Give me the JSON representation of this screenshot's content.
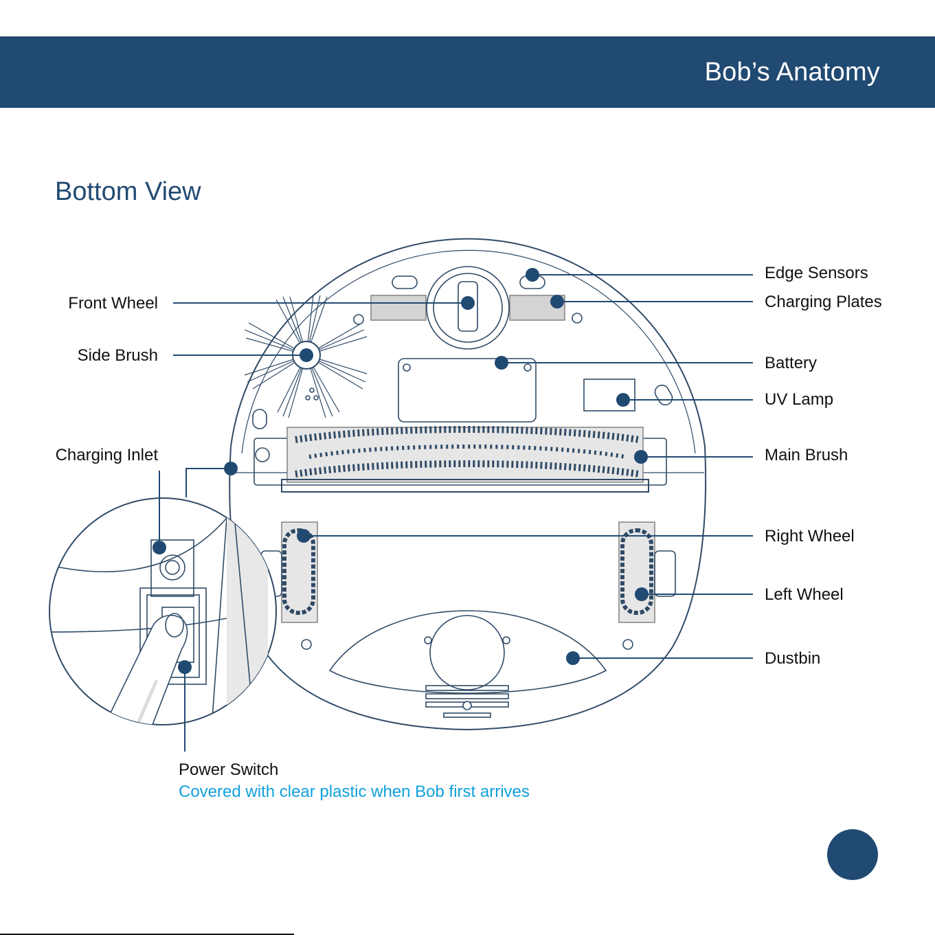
{
  "header": {
    "title": "Bob’s Anatomy"
  },
  "section": {
    "title": "Bottom View"
  },
  "labels": {
    "edge_sensors": "Edge Sensors",
    "charging_plates": "Charging Plates",
    "battery": "Battery",
    "uv_lamp": "UV Lamp",
    "main_brush": "Main Brush",
    "right_wheel": "Right Wheel",
    "left_wheel": "Left Wheel",
    "dustbin": "Dustbin",
    "front_wheel": "Front Wheel",
    "side_brush": "Side Brush",
    "charging_inlet": "Charging Inlet",
    "power_switch": "Power Switch",
    "power_switch_note": "Covered with clear plastic when Bob first arrives"
  },
  "colors": {
    "brand_navy": "#214a72",
    "note_blue": "#11a0dc",
    "outline": "#2f4a66"
  }
}
